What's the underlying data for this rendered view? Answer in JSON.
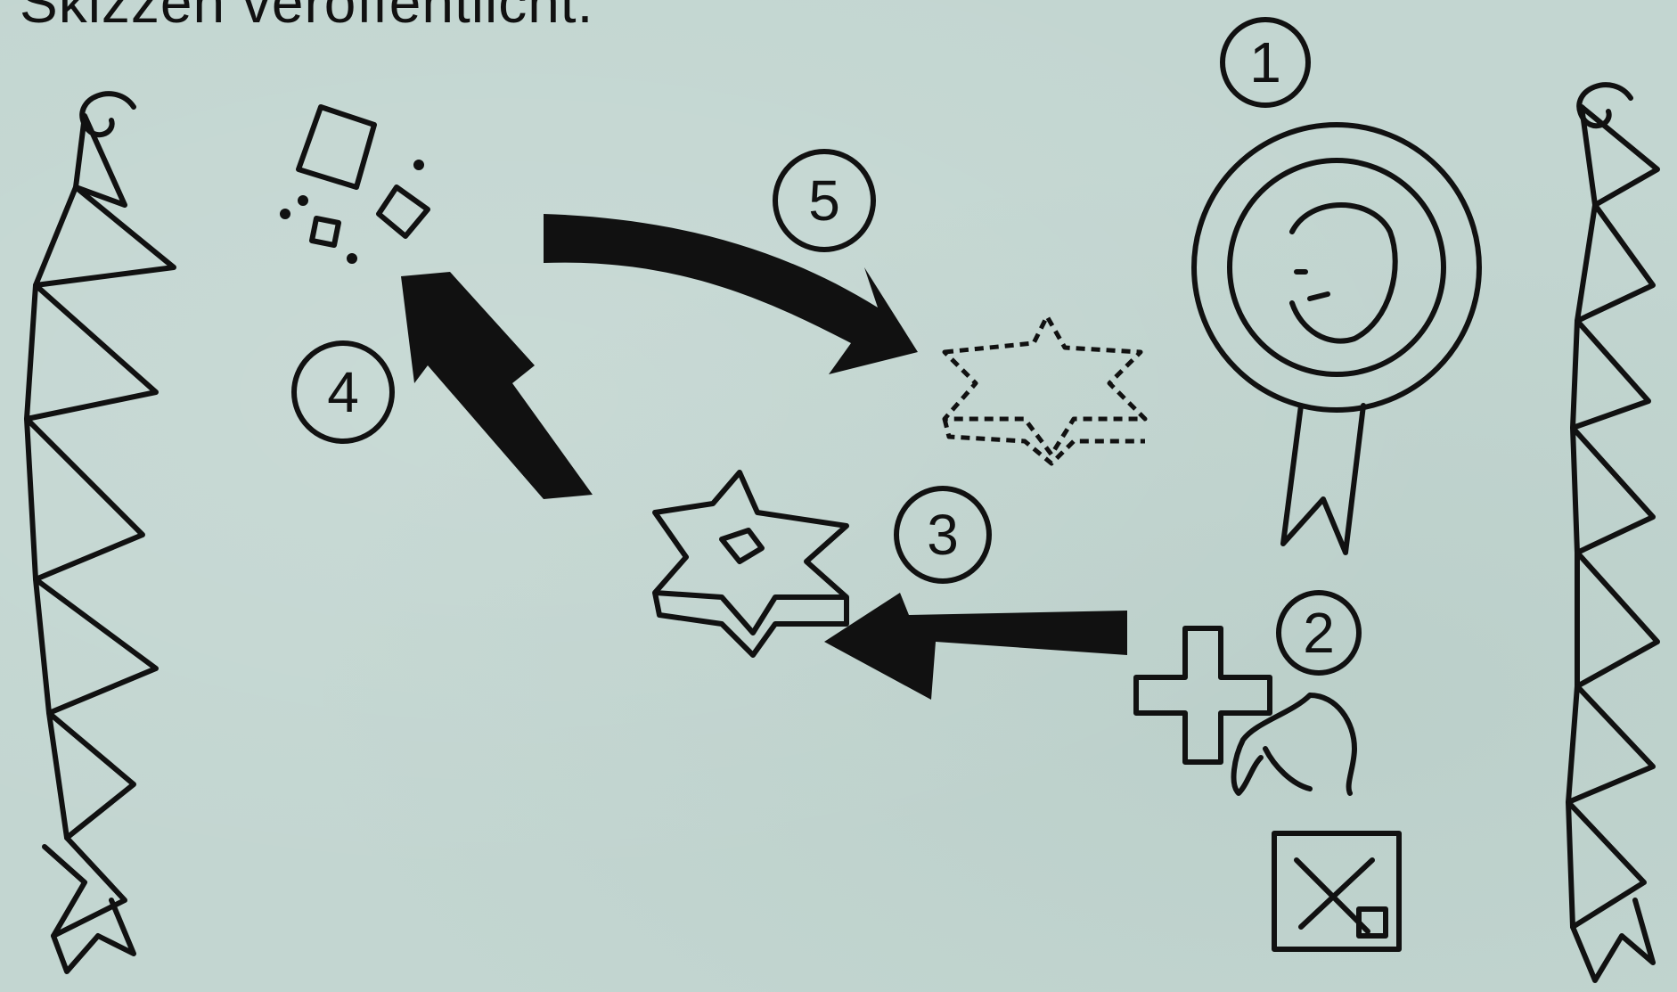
{
  "caption": "Skizzen veröffentlicht.",
  "steps": [
    {
      "label": "1",
      "meaning": "award"
    },
    {
      "label": "2",
      "meaning": "cross-hand-box"
    },
    {
      "label": "3",
      "meaning": "star-block"
    },
    {
      "label": "4",
      "meaning": "pieces"
    },
    {
      "label": "5",
      "meaning": "scatter"
    }
  ],
  "colors": {
    "background": "#c3d6d1",
    "ink": "#111111"
  },
  "icons": [
    "scroll-banner-icon",
    "award-ribbon-icon",
    "plus-icon",
    "hand-icon",
    "checkbox-x-icon",
    "star-block-icon",
    "broken-pieces-icon",
    "scattered-fragments-icon"
  ]
}
